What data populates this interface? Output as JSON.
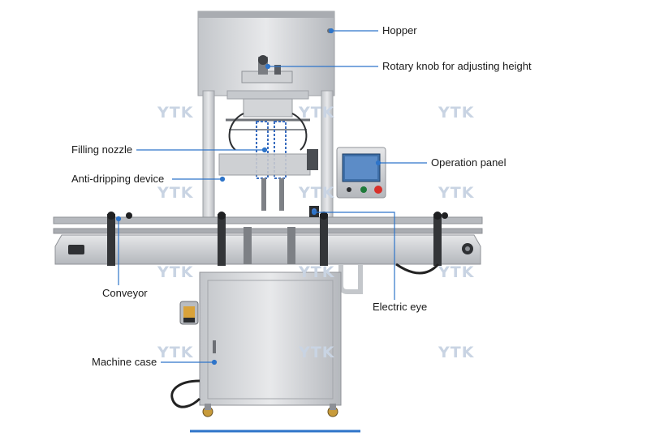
{
  "watermark": "YTK",
  "colors": {
    "callout_line": "#2e74c9",
    "steel_light": "#d9dbde",
    "steel_mid": "#b9bcc1",
    "steel_dark": "#8d9096",
    "watermark": "#c9d4e3",
    "screen": "#3e6fa8",
    "stop_button": "#d8302a"
  },
  "labels": {
    "hopper": "Hopper",
    "rotary_knob": "Rotary knob for adjusting height",
    "filling_nozzle": "Filling nozzle",
    "anti_dripping": "Anti-dripping device",
    "operation_panel": "Operation panel",
    "conveyor": "Conveyor",
    "electric_eye": "Electric eye",
    "machine_case": "Machine case"
  }
}
